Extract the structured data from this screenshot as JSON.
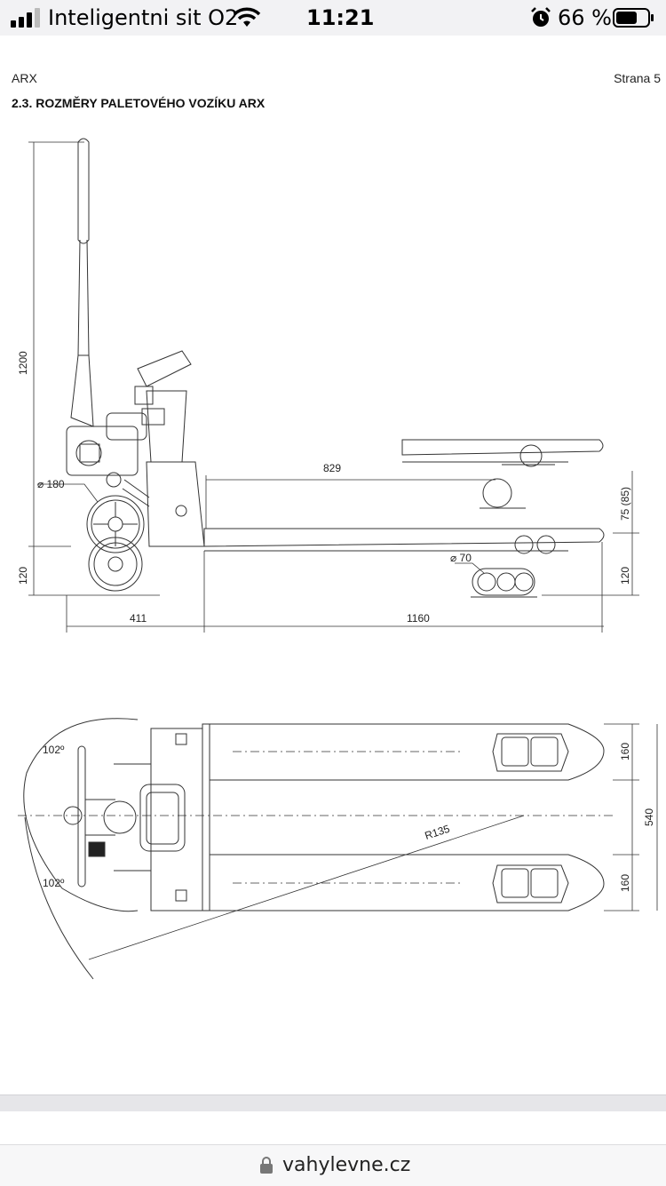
{
  "status_bar": {
    "carrier": "Inteligentni sit O2",
    "time": "11:21",
    "battery_percent": "66 %",
    "icons": [
      "signal-icon",
      "wifi-icon",
      "alarm-icon",
      "battery-icon"
    ]
  },
  "document": {
    "header_left": "ARX",
    "header_right": "Strana 5",
    "section_title": "2.3. ROZMĚRY PALETOVÉHO VOZÍKU ARX"
  },
  "side_view": {
    "handle_height": "1200",
    "wheel_diameter": "⌀ 180",
    "fork_span_label": "829",
    "lift_label": "75 (85)",
    "roller_diameter": "⌀ 70",
    "ground_clearance_left": "120",
    "ground_clearance_right": "120",
    "chassis_length": "411",
    "fork_length": "1160"
  },
  "top_view": {
    "angle_top": "102º",
    "angle_bottom": "102º",
    "turn_radius": "R135",
    "fork_width_top": "160",
    "total_width": "540",
    "fork_width_bottom": "160"
  },
  "browser": {
    "url": "vahylevne.cz"
  }
}
